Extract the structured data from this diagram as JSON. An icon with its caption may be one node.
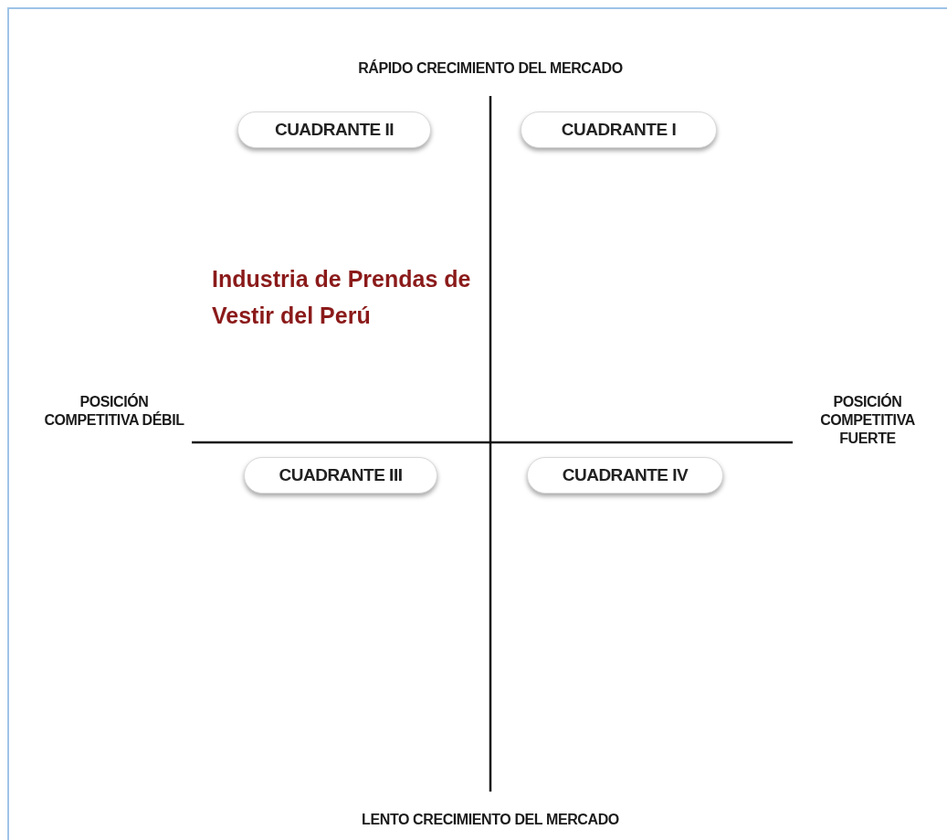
{
  "diagram": {
    "nodes": [
      {
        "text": [
          "CUADRANTE II"
        ]
      },
      {
        "text": [
          "CUADRANTE I"
        ]
      },
      {
        "text": [
          "CUADRANTE III"
        ]
      },
      {
        "text": [
          "CUADRANTE IV"
        ]
      }
    ],
    "labels": [
      "RÁPIDO CRECIMIENTO DEL MERCADO",
      "Industria de Prendas de Vestir del Perú",
      "POSICIÓN COMPETITIVA DÉBIL",
      "POSICIÓN COMPETITIVA FUERTE",
      "LENTO CRECIMIENTO DEL MERCADO"
    ]
  }
}
